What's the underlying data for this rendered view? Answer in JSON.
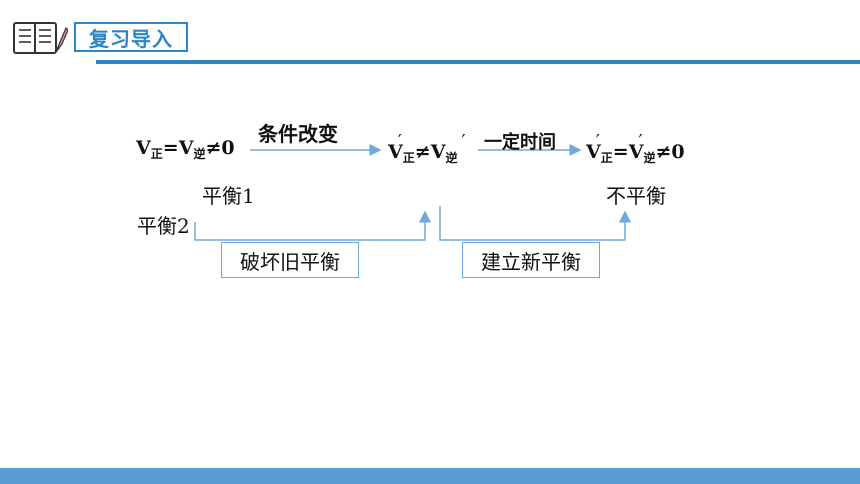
{
  "header": {
    "title": "复习导入",
    "icon": "notebook-pencil-icon"
  },
  "diagram": {
    "state1": {
      "v": "V",
      "sub1": "正",
      "eq": "=",
      "sub2": "逆",
      "tail": "≠0"
    },
    "state2": {
      "v": "V",
      "prime": "′",
      "sub1": "正",
      "neq": "≠",
      "sub2": "逆",
      "tail": "′"
    },
    "state3": {
      "v": "V",
      "prime": "′",
      "sub1": "正",
      "eq": "=",
      "sub2": "逆",
      "tail": "≠0"
    },
    "arrow1_label": "条件改变",
    "arrow2_label": "一定时间",
    "label_balance1": "平衡1",
    "label_balance2": "平衡2",
    "label_unbalanced": "不平衡",
    "box_break": "破坏旧平衡",
    "box_build": "建立新平衡"
  },
  "colors": {
    "accent": "#2b86c5",
    "arrow": "#6fa8dc",
    "footer": "#5b9bd5"
  }
}
